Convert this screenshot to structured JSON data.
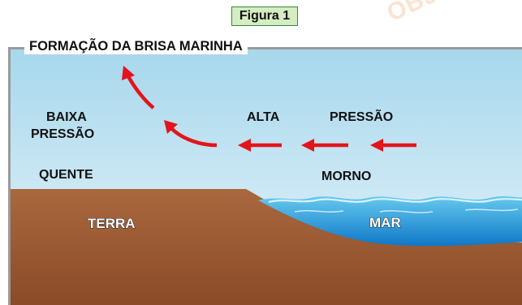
{
  "figure_label": "Figura 1",
  "watermark": "OBJETIV",
  "title": "FORMAÇÃO DA BRISA MARINHA",
  "labels": {
    "low_pressure_line1": "BAIXA",
    "low_pressure_line2": "PRESSÃO",
    "high_pressure_alta": "ALTA",
    "high_pressure_pressao": "PRESSÃO",
    "hot": "QUENTE",
    "warm": "MORNO",
    "land": "TERRA",
    "sea": "MAR"
  },
  "colors": {
    "sky_top": "#a7d7ec",
    "sky_bottom": "#e9f6fb",
    "land_top": "#a9683e",
    "land_bottom": "#8a4a27",
    "sea_light": "#66c9ee",
    "sea_dark": "#0f78c8",
    "arrow": "#e3141b",
    "frame": "#9a9a9a",
    "figure_label_bg": "#d6ecc3",
    "figure_label_border": "#2e8b3a"
  }
}
